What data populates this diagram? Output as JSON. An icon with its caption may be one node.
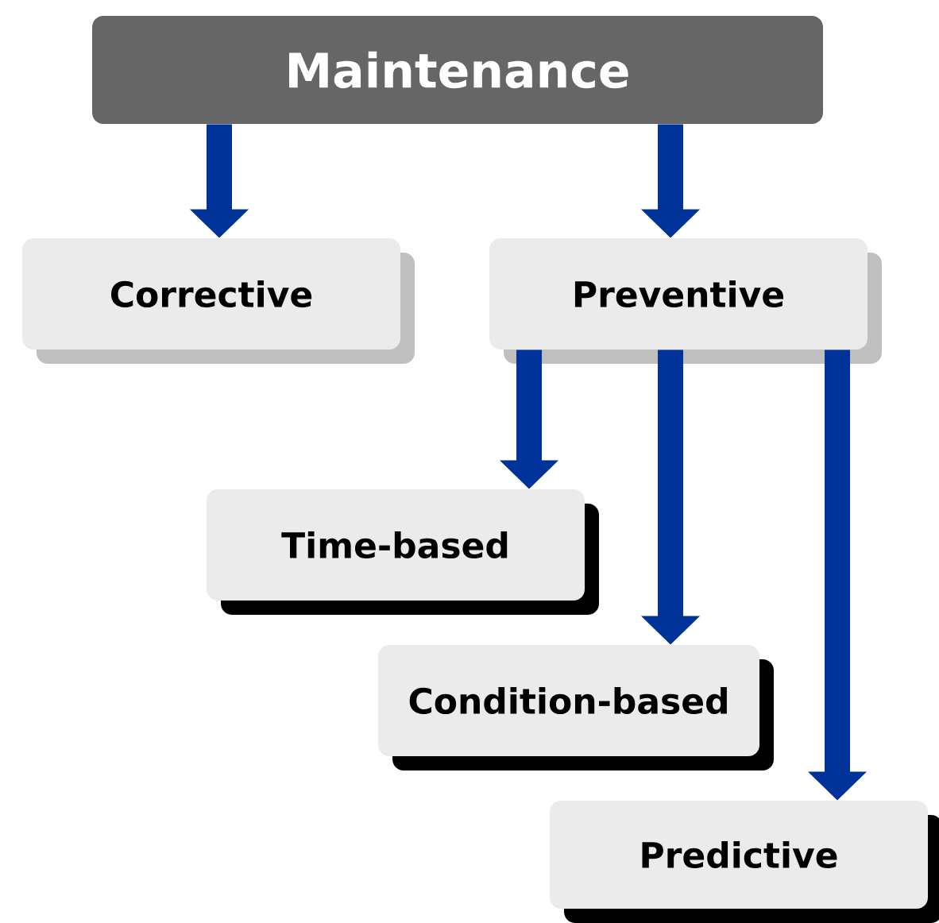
{
  "diagram": {
    "nodes": [
      {
        "text": [
          "Maintenance"
        ]
      },
      {
        "text": [
          "Corrective"
        ]
      },
      {
        "text": [
          "Preventive"
        ]
      },
      {
        "text": [
          "Time-based"
        ]
      },
      {
        "text": [
          "Condition-based"
        ]
      },
      {
        "text": [
          "Predictive"
        ]
      }
    ],
    "edges": [
      {
        "from": 0,
        "to": 1,
        "arrow": "to"
      },
      {
        "from": 0,
        "to": 2,
        "arrow": "to"
      },
      {
        "from": 2,
        "to": 3,
        "arrow": "to"
      },
      {
        "from": 2,
        "to": 4,
        "arrow": "to"
      },
      {
        "from": 2,
        "to": 5,
        "arrow": "to"
      }
    ]
  }
}
